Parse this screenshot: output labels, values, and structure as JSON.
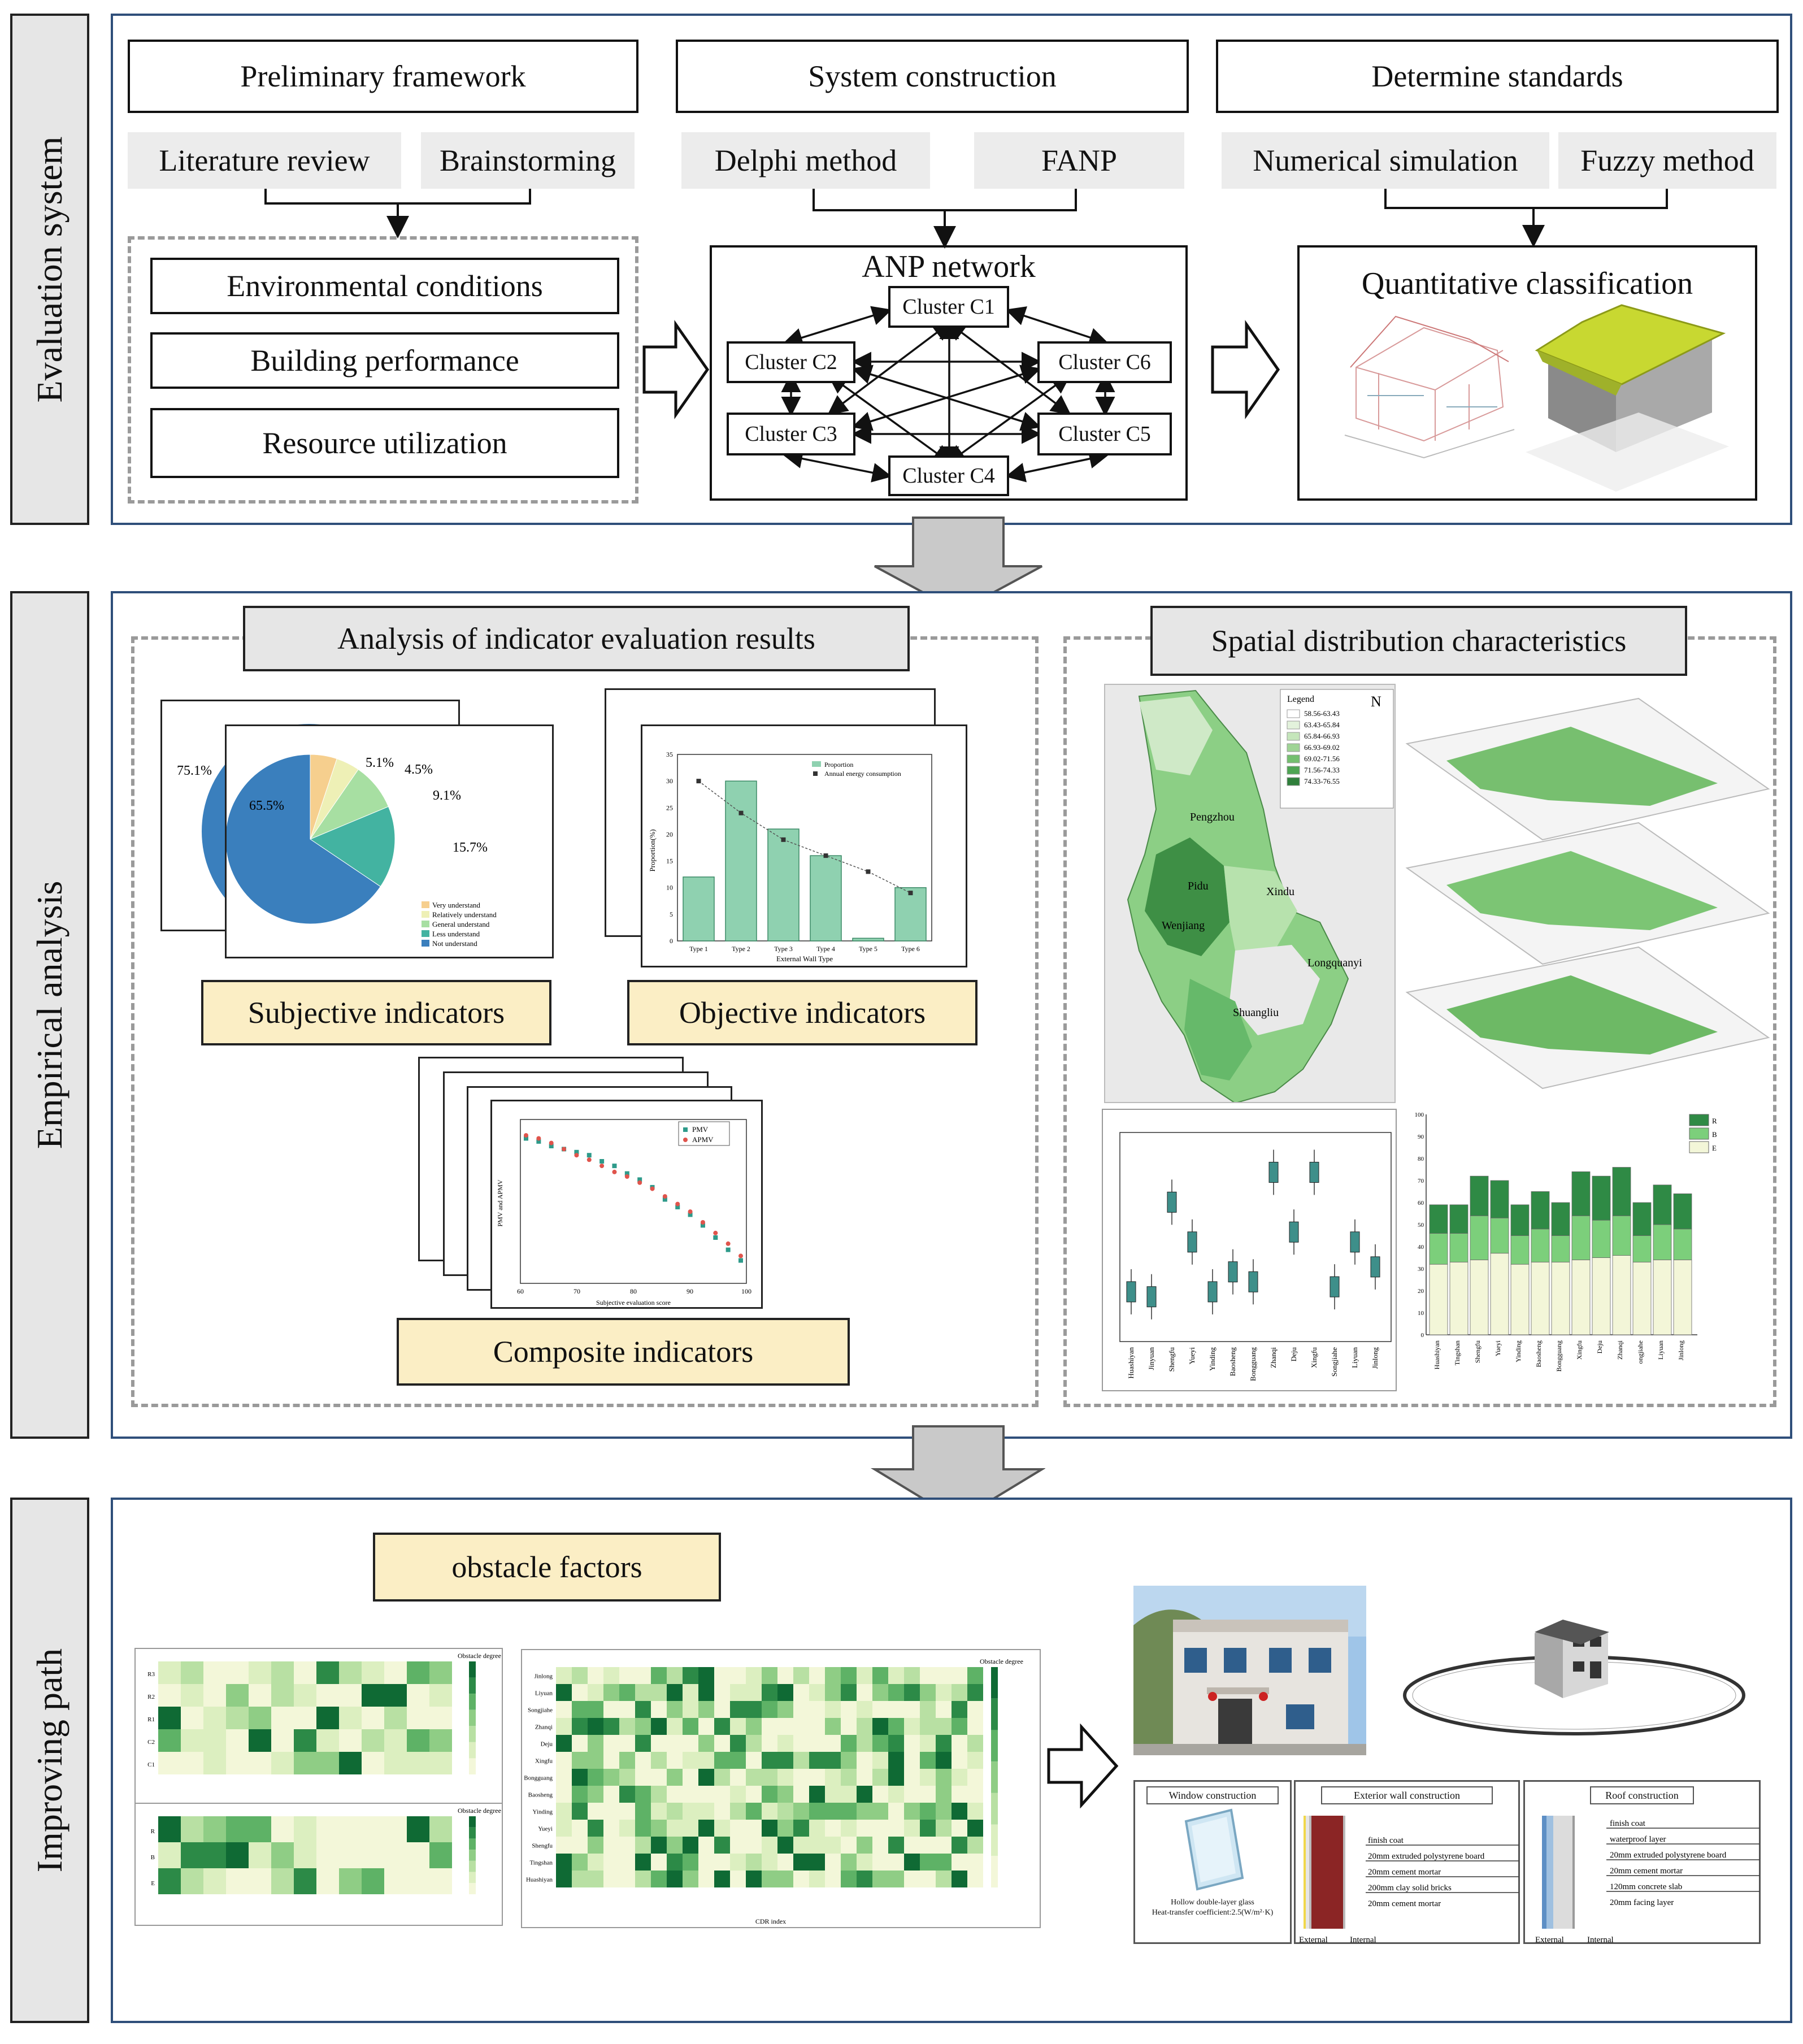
{
  "sections": {
    "evaluation": "Evaluation system",
    "empirical": "Empirical analysis",
    "improving": "Improving path"
  },
  "top": {
    "preliminary": "Preliminary framework",
    "literature": "Literature review",
    "brainstorming": "Brainstorming",
    "env": "Environmental conditions",
    "building": "Building performance",
    "resource": "Resource  utilization",
    "system": "System construction",
    "delphi": "Delphi method",
    "fanp": "FANP",
    "anp": "ANP network",
    "clusters": [
      "Cluster C1",
      "Cluster C2",
      "Cluster C3",
      "Cluster C4",
      "Cluster C5",
      "Cluster C6"
    ],
    "standards": "Determine standards",
    "numerical": "Numerical simulation",
    "fuzzy": "Fuzzy method",
    "quant": "Quantitative classification"
  },
  "middle": {
    "analysis_title": "Analysis of indicator evaluation results",
    "spatial_title": "Spatial distribution characteristics",
    "subjective": "Subjective indicators",
    "objective": "Objective indicators",
    "composite": "Composite indicators",
    "pie": {
      "back_label": "75.1%",
      "labels": [
        "65.5%",
        "5.1%",
        "4.5%",
        "9.1%",
        "15.7%"
      ],
      "slices": [
        {
          "name": "Very understand",
          "value": 5.1,
          "color": "#f6cf8e"
        },
        {
          "name": "Relatively understand",
          "value": 4.5,
          "color": "#eef0b6"
        },
        {
          "name": "General understand",
          "value": 9.1,
          "color": "#a7dfa2"
        },
        {
          "name": "Less understand",
          "value": 15.7,
          "color": "#43b3a1"
        },
        {
          "name": "Not understand",
          "value": 65.5,
          "color": "#3a7fbd"
        }
      ]
    },
    "bar": {
      "categories": [
        "Type 1",
        "Type 2",
        "Type 3",
        "Type 4",
        "Type 5",
        "Type 6"
      ],
      "values": [
        12,
        30,
        21,
        16,
        0.5,
        10
      ],
      "line": [
        30,
        24,
        19,
        16,
        13,
        9
      ],
      "legend": [
        "Proportion",
        "Annual energy consumption"
      ],
      "xlabel": "External Wall Type",
      "ylabel": "Proportion(%)",
      "yticks": [
        "0",
        "5",
        "10",
        "15",
        "20",
        "25",
        "30",
        "35"
      ]
    },
    "scatter": {
      "legend": [
        "PMV",
        "APMV"
      ],
      "xlabel": "Subjective evaluation score",
      "ylabel": "PMV and APMV",
      "pmv": [
        0.95,
        0.93,
        0.9,
        0.88,
        0.86,
        0.84,
        0.8,
        0.77,
        0.72,
        0.68,
        0.63,
        0.55,
        0.5,
        0.45,
        0.38,
        0.3,
        0.22,
        0.15
      ],
      "apmv": [
        0.97,
        0.95,
        0.92,
        0.88,
        0.84,
        0.81,
        0.77,
        0.73,
        0.7,
        0.66,
        0.62,
        0.57,
        0.52,
        0.47,
        0.4,
        0.33,
        0.26,
        0.18
      ],
      "xticks": [
        "60",
        "70",
        "80",
        "90",
        "100"
      ]
    },
    "map": {
      "legend_title": "Legend",
      "legend_items": [
        "58.56-63.43",
        "63.43-65.84",
        "65.84-66.93",
        "66.93-69.02",
        "69.02-71.56",
        "71.56-74.33",
        "74.33-76.55"
      ],
      "places": [
        "Pengzhou",
        "Pidu",
        "Xindu",
        "Wenjiang",
        "Longquanyi",
        "Shuangliu"
      ],
      "north": "N"
    },
    "boxplot": {
      "categories": [
        "Huashiyan",
        "Jinyuan",
        "Shengfu",
        "Yueyi",
        "Yinding",
        "Baosheng",
        "Bongguang",
        "Zhanqi",
        "Deju",
        "Xingfu",
        "Songjiahe",
        "Liyuan",
        "Jinlong"
      ]
    },
    "stacked": {
      "categories": [
        "Huashiyan",
        "Tingshan",
        "Shengfu",
        "Yueyi",
        "Yinding",
        "Baosheng",
        "Bongguang",
        "Xingfu",
        "Deju",
        "Zhanqi",
        "ongjiahe",
        "Liyuan",
        "Jinlong"
      ],
      "legend": [
        "R",
        "B",
        "E"
      ],
      "E": [
        32,
        33,
        34,
        37,
        32,
        33,
        33,
        34,
        35,
        36,
        33,
        34,
        34
      ],
      "B": [
        14,
        13,
        20,
        16,
        13,
        15,
        12,
        20,
        17,
        18,
        12,
        16,
        14
      ],
      "R": [
        13,
        13,
        18,
        17,
        14,
        17,
        15,
        20,
        20,
        22,
        15,
        18,
        16
      ]
    }
  },
  "bottom": {
    "obstacle": "obstacle factors",
    "heat_legend": "Obstacle degree",
    "heatmap_main": {
      "rows": [
        "Jinlong",
        "Liyuan",
        "Songjiahe",
        "Zhanqi",
        "Deju",
        "Xingfu",
        "Bongguang",
        "Baosheng",
        "Yinding",
        "Yueyi",
        "Shengfu",
        "Tingshan",
        "Huashiyan"
      ],
      "xlabel": "CDR index"
    },
    "heatmap_small_top": {
      "rows": [
        "R3",
        "R2",
        "R1",
        "C2",
        "C1"
      ]
    },
    "heatmap_small_bottom": {
      "rows": [
        "R",
        "B",
        "E"
      ]
    },
    "window_title": "Window construction",
    "window_caption": "Hollow double-layer glass\nHeat-transfer coefficient:2.5(W/m²·K)",
    "wall_title": "Exterior wall construction",
    "wall_layers": [
      "finish coat",
      "20mm extruded polystyrene board",
      "20mm cement mortar",
      "200mm clay  solid bricks",
      "20mm cement mortar"
    ],
    "roof_title": "Roof construction",
    "roof_layers": [
      "finish coat",
      "waterproof layer",
      "20mm extruded polystyrene board",
      "20mm cement mortar",
      "120mm concrete slab",
      "20mm facing layer"
    ],
    "external": "External",
    "internal": "Internal"
  }
}
